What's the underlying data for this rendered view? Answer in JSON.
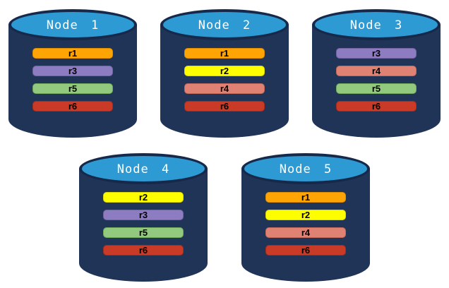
{
  "diagram": {
    "description": "Five database node cylinders showing replica placement",
    "background_color": "#FFFFFF",
    "cylinder": {
      "body_color": "#203457",
      "top_fill": "#2E9AD3",
      "top_border": "#16294A",
      "label_color": "#FFFFFF"
    },
    "replica_colors": {
      "r1": {
        "fill": "#FFA405",
        "border": "#DE8D00"
      },
      "r2": {
        "fill": "#FDFF00",
        "border": "#DCD800"
      },
      "r3": {
        "fill": "#8E7CC3",
        "border": "#75639F"
      },
      "r4": {
        "fill": "#E08273",
        "border": "#C2685A"
      },
      "r5": {
        "fill": "#93C97E",
        "border": "#6FA75B"
      },
      "r6": {
        "fill": "#C93A27",
        "border": "#A52D1C"
      }
    },
    "nodes": [
      {
        "label": "Node 1",
        "replicas": [
          "r1",
          "r3",
          "r5",
          "r6"
        ]
      },
      {
        "label": "Node 2",
        "replicas": [
          "r1",
          "r2",
          "r4",
          "r6"
        ]
      },
      {
        "label": "Node 3",
        "replicas": [
          "r3",
          "r4",
          "r5",
          "r6"
        ]
      },
      {
        "label": "Node 4",
        "replicas": [
          "r2",
          "r3",
          "r5",
          "r6"
        ]
      },
      {
        "label": "Node 5",
        "replicas": [
          "r1",
          "r2",
          "r4",
          "r6"
        ]
      }
    ],
    "rows": [
      [
        0,
        1,
        2
      ],
      [
        3,
        4
      ]
    ]
  }
}
